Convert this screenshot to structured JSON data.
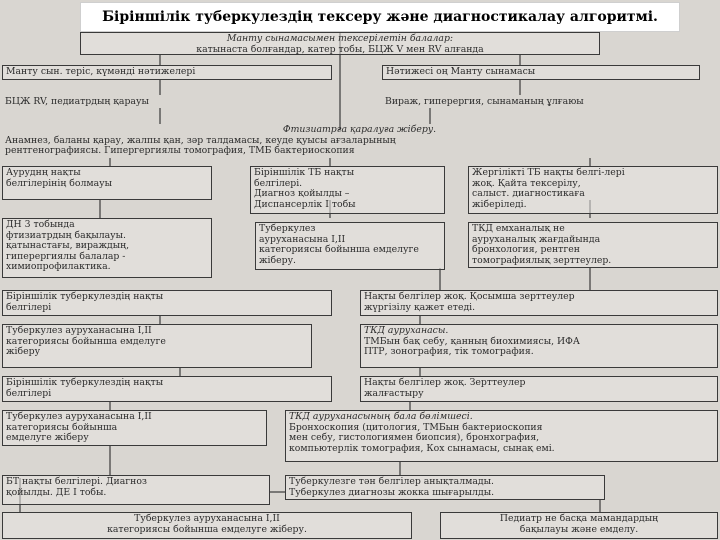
{
  "title": "Біріншілік туберкулездің тексеру және диагностикалау алгоритмі.",
  "boxes": {
    "mantu_top": [
      "Манту сынамасымен тексерілетін балалар:",
      "катынаста болғандар, катер тобы, БЦЖ V мен RV алғанда"
    ],
    "mantu_neg": [
      "Манту сын. теріс, күмәнді нәтижелері"
    ],
    "mantu_pos": [
      "Нәтижесі оң Манту сынамасы"
    ],
    "bcg_rv": [
      "БЦЖ RV, педиатрдың қарауы"
    ],
    "viraj": [
      "Вираж, гиперергия, сынаманың ұлғаюы"
    ],
    "ftiz": [
      "Фтизиатрға қаралуға жіберу.",
      "Анамнез, баланы қарау, жалпы қан, зәр талдамасы, кеуде қуысы ағзаларының",
      "рентгенографиясы. Гипергергиялы томография, ТМБ бактериоскопия"
    ],
    "no_signs": [
      "Ауруднң нақты",
      "белгілерінің болмауы"
    ],
    "primary_signs": [
      "Біріншілік ТБ нақты",
      "белгілері.",
      "Диагноз қойылды –",
      "Диспансерлік I тобы"
    ],
    "local_no": [
      "Жергілікті ТБ нақты белгі-лері",
      "жоқ. Қайта тексерілу,",
      "салыст. диагностикаға",
      "жіберіледі."
    ],
    "dn3": [
      "ДН 3 тобында",
      "фтизиатрдың бақылауы.",
      "қатынастағы, вираждың,",
      "гиперергиялы балалар -",
      "химиопрофилактика."
    ],
    "tb_hosp1": [
      "Туберкулез",
      "ауруханасына I,II",
      "категориясы бойынша емделуге",
      "жіберу."
    ],
    "tkd_dept": [
      "ТКД емханалық не",
      "ауруханалық жағдайында",
      "бронхология, рентген",
      "томографиялық зерттеулер."
    ],
    "primary2": [
      "Біріншілік туберкулездің нақты",
      "белгілері"
    ],
    "no_signs2": [
      "Нақты белгілер жоқ. Қосымша зерттеулер",
      "жүргізілу қажет етеді."
    ],
    "tb_hosp2": [
      "Туберкулез ауруханасына I,II",
      "категориясы бойынша емделуге",
      "жіберу"
    ],
    "tkd_hosp": [
      "ТКД ауруханасы.",
      "ТМБын бақ себу, қанның биохимиясы, ИФА",
      "ПТР, зонография, тік томография."
    ],
    "primary3": [
      "Біріншілік туберкулездің нақты",
      "белгілері"
    ],
    "no_signs3": [
      "Нақты белгілер жоқ. Зерттеулер",
      "жалғастыру"
    ],
    "tb_hosp3": [
      "Туберкулез ауруханасына I,II",
      "категориясы бойынша",
      "емделуге жіберу"
    ],
    "tkd_child": [
      "ТКД ауруханасының бала бөлімшесі.",
      "Бронхоскопия (цитология, ТМБын бактериоскопия",
      "мен себу, гистологиямен биопсия), бронхография,",
      "компьютерлік томография, Кох сынамасы, сынақ емі."
    ],
    "bt_signs": [
      "БТ нақты белгілері. Диагноз",
      "қойылды. ДЕ I тобы."
    ],
    "tb_no": [
      "Туберкулезге тән белгілер анықталмады.",
      "Туберкулез диагнозы жокка шығарылды."
    ],
    "tb_hosp4": [
      "Туберкулез ауруханасына I,II",
      "категориясы бойынша емделуге жіберу."
    ],
    "pediatr": [
      "Педиатр не басқа мамандардың",
      "бақылауы және емделу."
    ]
  }
}
